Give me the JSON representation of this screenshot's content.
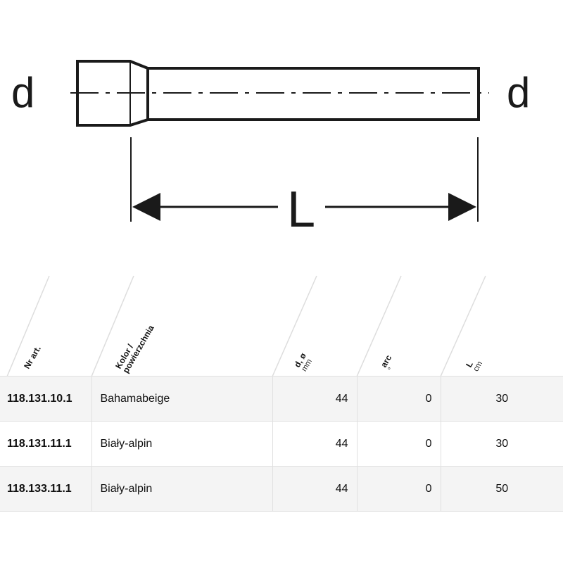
{
  "drawing": {
    "left_label": "d",
    "right_label": "d",
    "length_label": "L",
    "line_color": "#1a1a1a"
  },
  "table": {
    "headers": [
      {
        "bold": "Nr art.",
        "unit": ""
      },
      {
        "bold": "Kolor /",
        "bold2": "powierzchnia"
      },
      {
        "bold": "d, ø",
        "unit": "mm"
      },
      {
        "bold": "arc",
        "unit": "°"
      },
      {
        "bold": "L",
        "unit": "cm"
      }
    ],
    "rows": [
      {
        "nr": "118.131.10.1",
        "kolor": "Bahamabeige",
        "d": "44",
        "arc": "0",
        "l": "30"
      },
      {
        "nr": "118.131.11.1",
        "kolor": "Biały-alpin",
        "d": "44",
        "arc": "0",
        "l": "30"
      },
      {
        "nr": "118.133.11.1",
        "kolor": "Biały-alpin",
        "d": "44",
        "arc": "0",
        "l": "50"
      }
    ],
    "row_shade": "#f4f4f4",
    "border_color": "#e0e0e0"
  }
}
